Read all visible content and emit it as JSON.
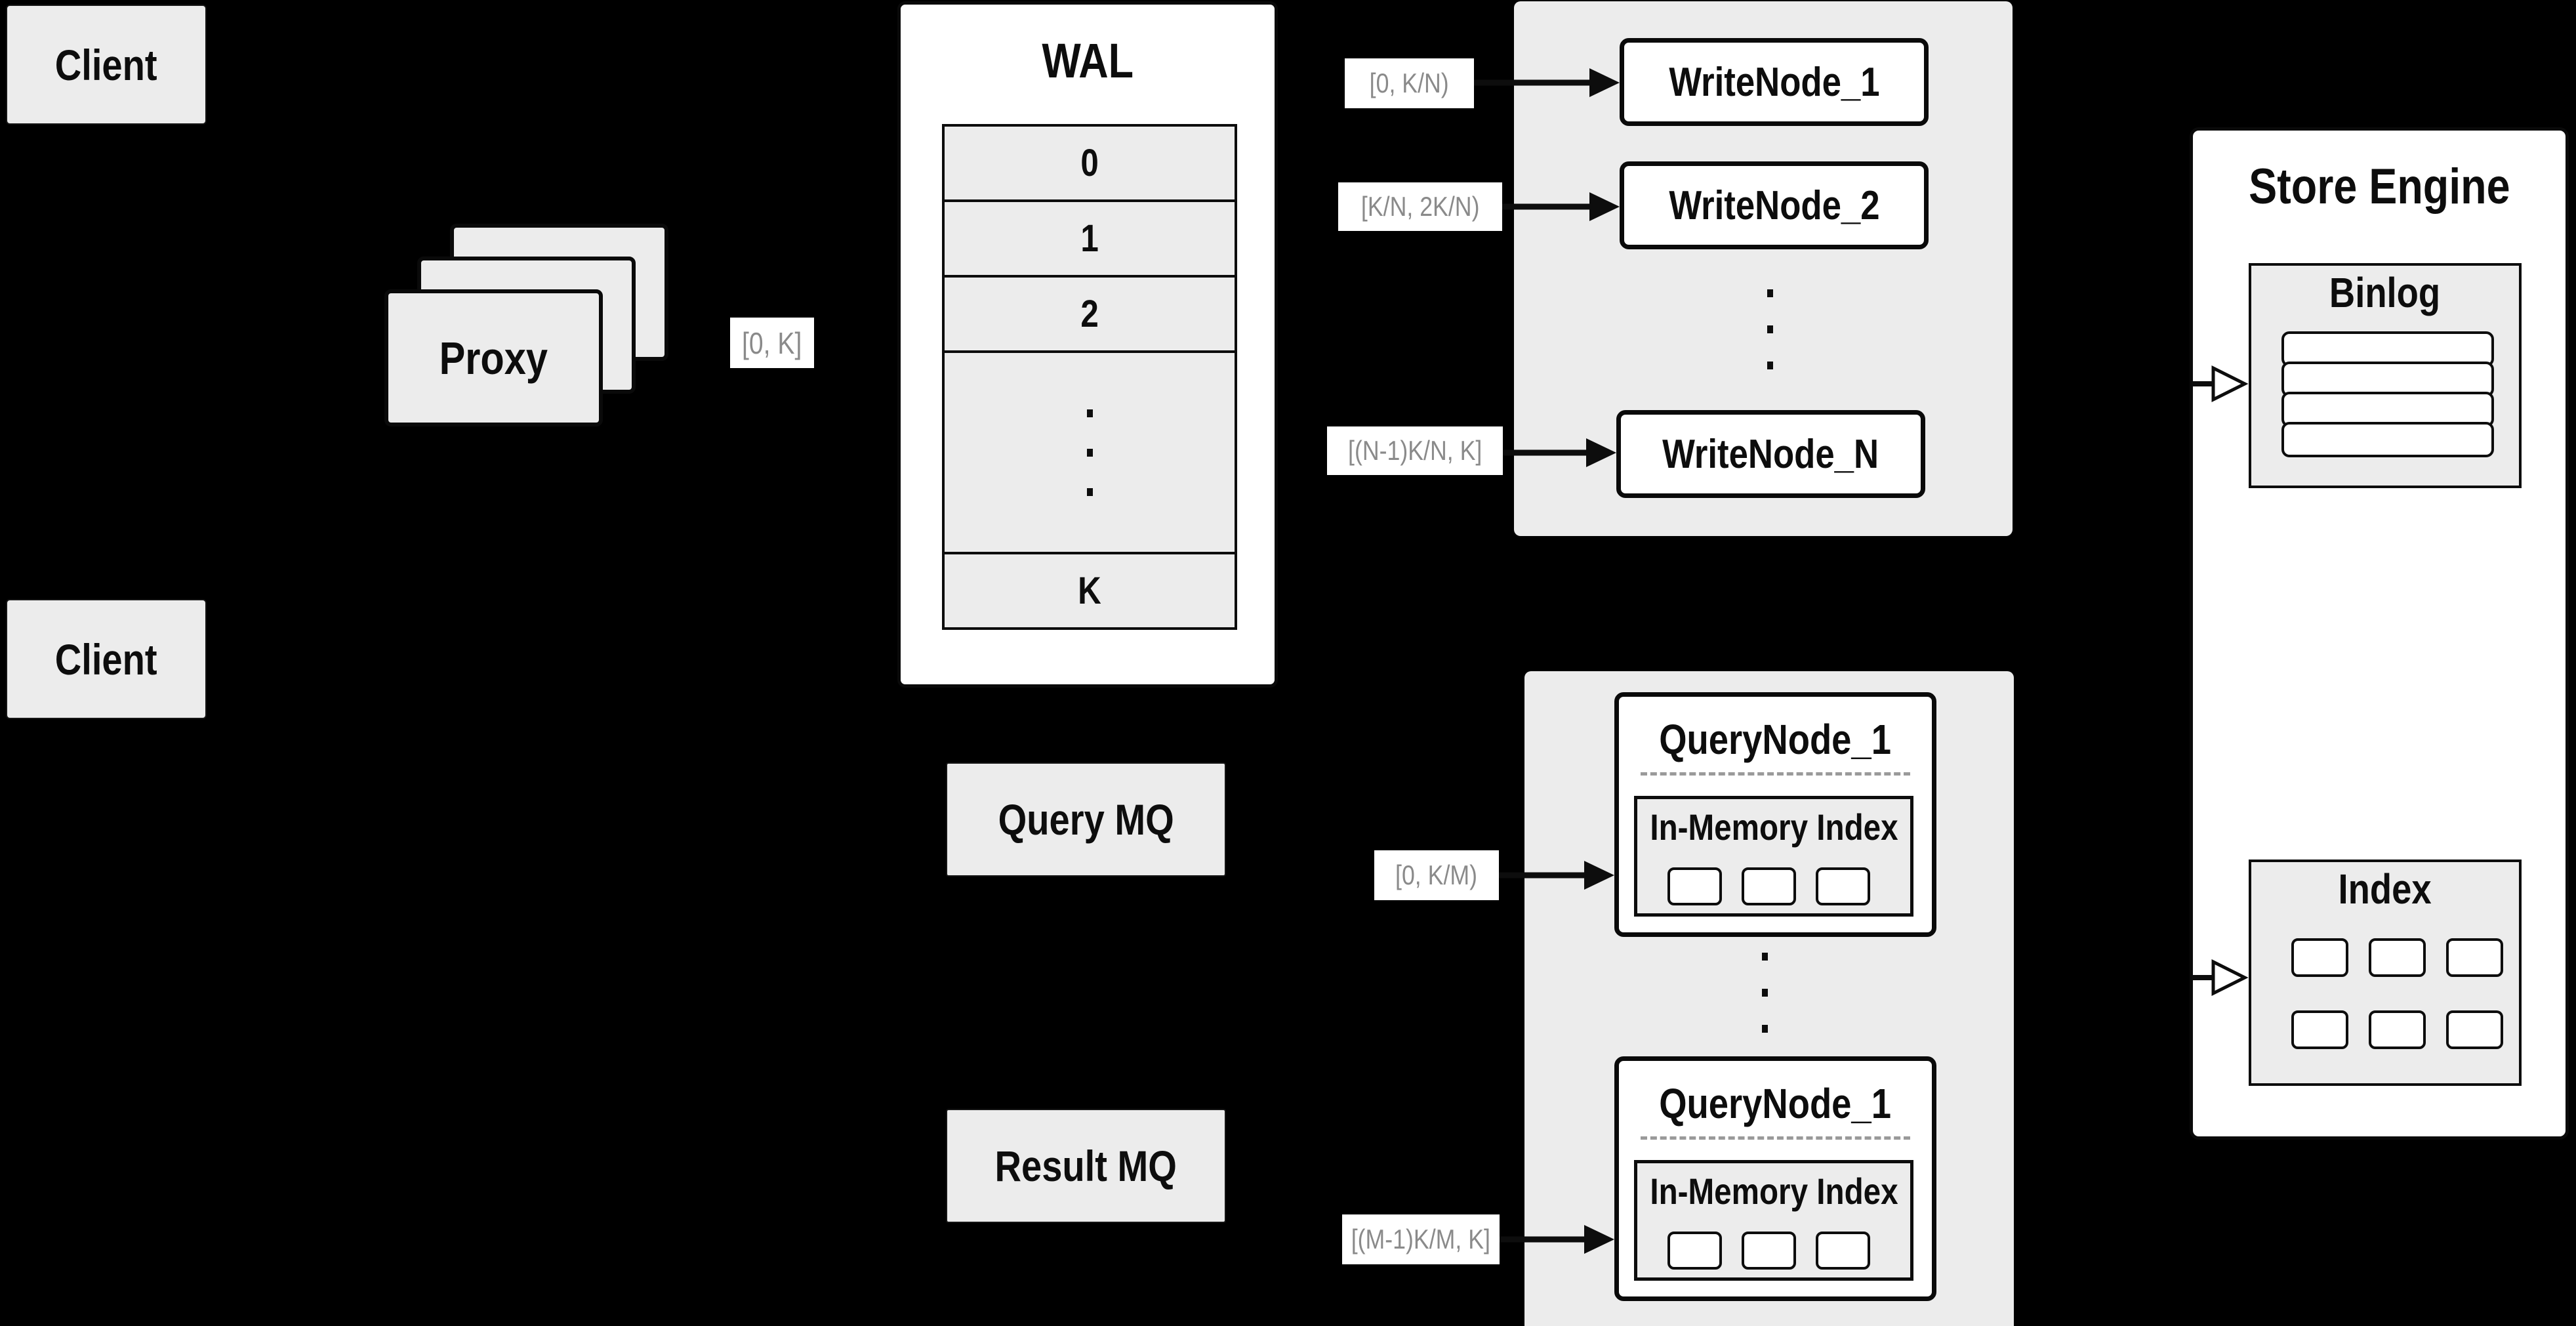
{
  "diagram": {
    "clients": {
      "top": "Client",
      "bottom": "Client"
    },
    "proxy": {
      "label": "Proxy"
    },
    "range_labels": {
      "proxy_to_wal": "[0, K]",
      "wal_to_writenode_1": "[0,  K/N)",
      "wal_to_writenode_2": "[K/N, 2K/N)",
      "wal_to_writenode_n": "[(N-1)K/N,  K]",
      "mq_to_querynode_1": "[0, K/M)",
      "mq_to_querynode_2": "[(M-1)K/M, K]"
    },
    "wal": {
      "title": "WAL",
      "rows": [
        "0",
        "1",
        "2"
      ],
      "last_row": "K"
    },
    "write_nodes": [
      "WriteNode_1",
      "WriteNode_2",
      "WriteNode_N"
    ],
    "query_mq": "Query MQ",
    "result_mq": "Result MQ",
    "query_nodes": [
      {
        "title": "QueryNode_1",
        "index_label": "In-Memory Index"
      },
      {
        "title": "QueryNode_1",
        "index_label": "In-Memory Index"
      }
    ],
    "store_engine": {
      "title": "Store Engine",
      "binlog": "Binlog",
      "index": "Index"
    },
    "colors": {
      "background": "#000000",
      "surface": "#ececec",
      "box_fill": "#ffffff",
      "line": "#0d0d0d",
      "muted_text": "#8a8a8a"
    }
  }
}
